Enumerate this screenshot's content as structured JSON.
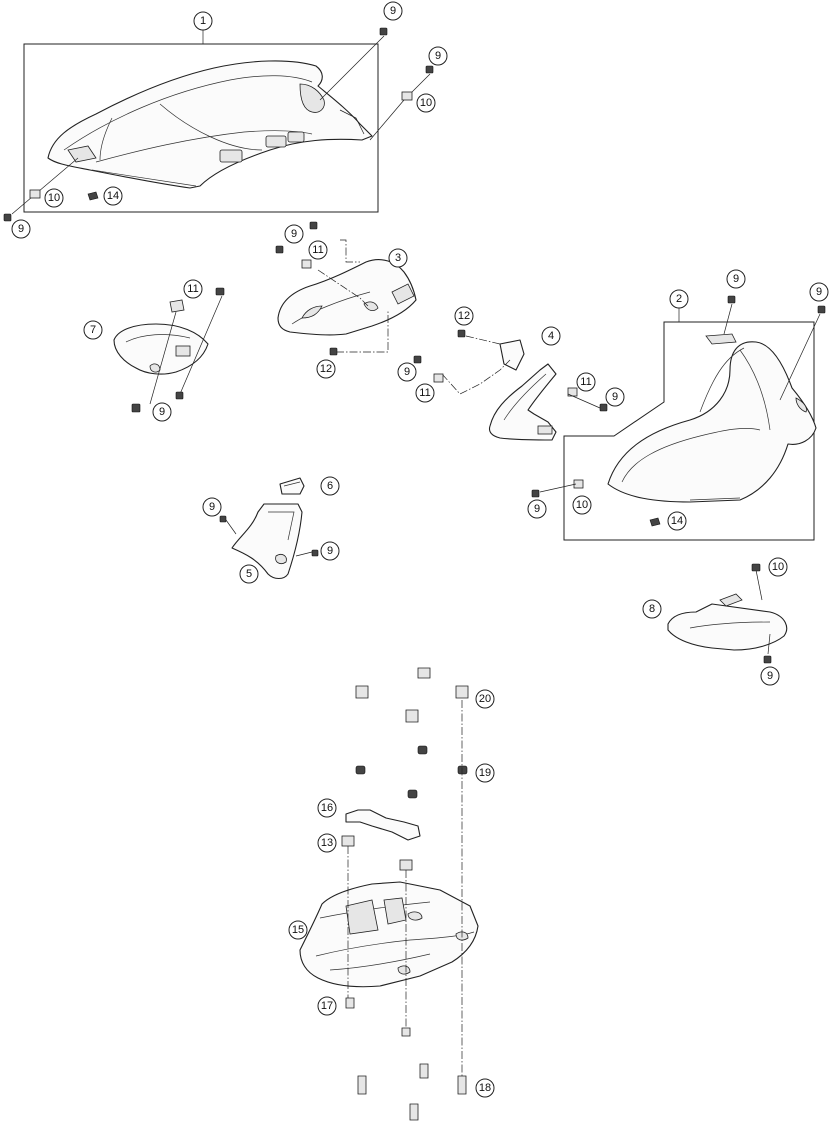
{
  "callouts": {
    "c1": "1",
    "c2": "2",
    "c3": "3",
    "c4": "4",
    "c5": "5",
    "c6": "6",
    "c7": "7",
    "c8": "8",
    "c9a": "9",
    "c9b": "9",
    "c9c": "9",
    "c9d": "9",
    "c9e": "9",
    "c9f": "9",
    "c9g": "9",
    "c9h": "9",
    "c9i": "9",
    "c9j": "9",
    "c9k": "9",
    "c9l": "9",
    "c9m": "9",
    "c10a": "10",
    "c10b": "10",
    "c10c": "10",
    "c10d": "10",
    "c11a": "11",
    "c11b": "11",
    "c11c": "11",
    "c11d": "11",
    "c12a": "12",
    "c12b": "12",
    "c13": "13",
    "c14a": "14",
    "c14b": "14",
    "c15": "15",
    "c16": "16",
    "c17": "17",
    "c18": "18",
    "c19": "19",
    "c20": "20"
  }
}
